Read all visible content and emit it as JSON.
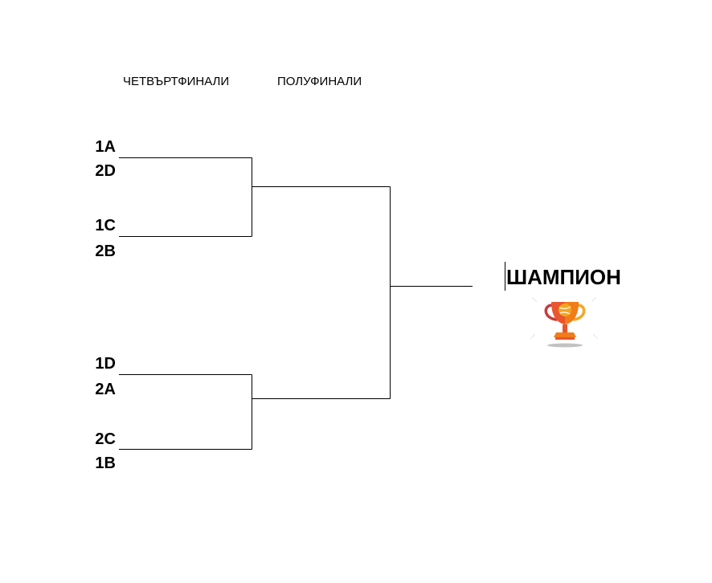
{
  "headers": {
    "quarterfinals": "ЧЕТВЪРТФИНАЛИ",
    "semifinals": "ПОЛУФИНАЛИ"
  },
  "seeds": [
    "1A",
    "2D",
    "1C",
    "2B",
    "1D",
    "2A",
    "2C",
    "1B"
  ],
  "champion": {
    "label": "ШАМПИОН",
    "icon": "trophy-icon"
  },
  "colors": {
    "line": "#000000",
    "trophy_outer": "#e8552e",
    "trophy_inner": "#f5a623",
    "trophy_base": "#f07d1a"
  }
}
